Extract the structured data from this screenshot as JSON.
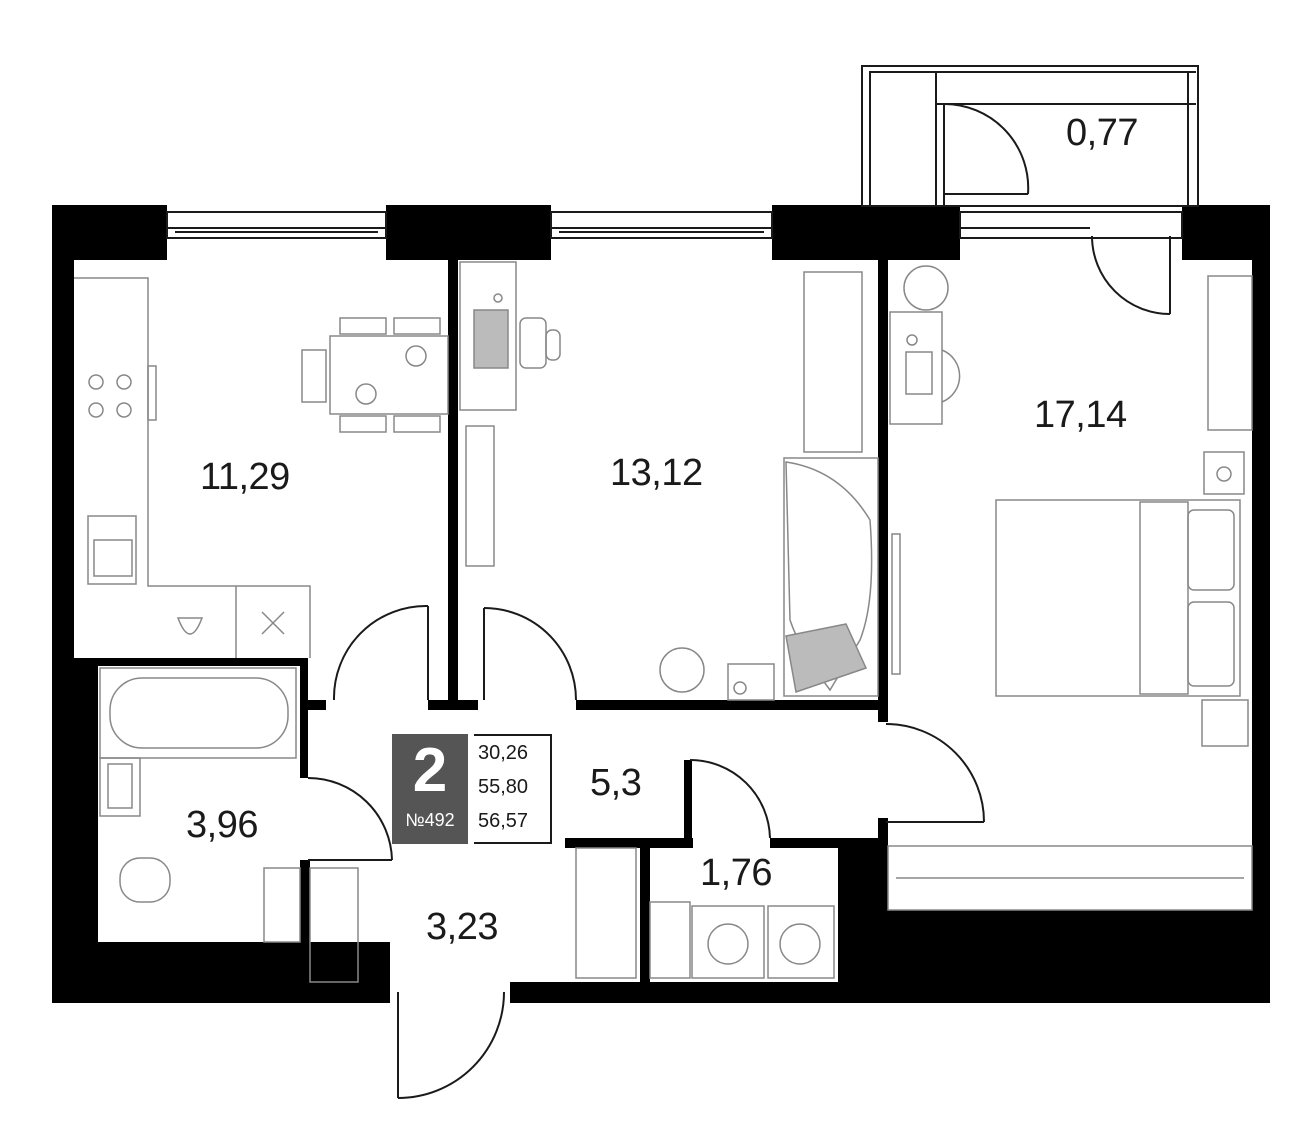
{
  "apartment": {
    "rooms_count": "2",
    "number": "№492",
    "areas": [
      "30,26",
      "55,80",
      "56,57"
    ]
  },
  "rooms": {
    "kitchen": "11,29",
    "bedroom_small": "13,12",
    "bedroom_large": "17,14",
    "balcony": "0,77",
    "bathroom": "3,96",
    "hall": "5,3",
    "laundry": "1,76",
    "entry": "3,23"
  }
}
